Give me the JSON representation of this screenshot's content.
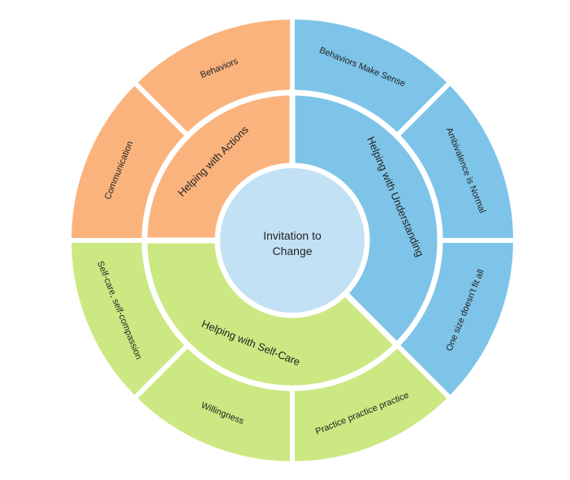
{
  "center": {
    "line1": "Invitation to",
    "line2": "Change",
    "color": "#c3e1f5"
  },
  "colors": {
    "orange": "#fbb37e",
    "blue": "#7ec4e8",
    "green": "#cbe882",
    "separator": "#ffffff"
  },
  "inner_ring": [
    {
      "label": "Helping with Actions",
      "color_key": "orange"
    },
    {
      "label": "Helping with Understanding",
      "color_key": "blue"
    },
    {
      "label": "Helping with Self-Care",
      "color_key": "green"
    }
  ],
  "outer_ring": [
    {
      "label": "Behaviors",
      "color_key": "orange"
    },
    {
      "label": "Communication",
      "color_key": "orange"
    },
    {
      "label": "Behaviors Make Sense",
      "color_key": "blue"
    },
    {
      "label": "Ambivalence is Normal",
      "color_key": "blue"
    },
    {
      "label": "One size doesn't fit all",
      "color_key": "blue"
    },
    {
      "label": "Practice practice practice",
      "color_key": "green"
    },
    {
      "label": "Willingness",
      "color_key": "green"
    },
    {
      "label": "Self-care, self-compassion",
      "color_key": "green"
    }
  ]
}
